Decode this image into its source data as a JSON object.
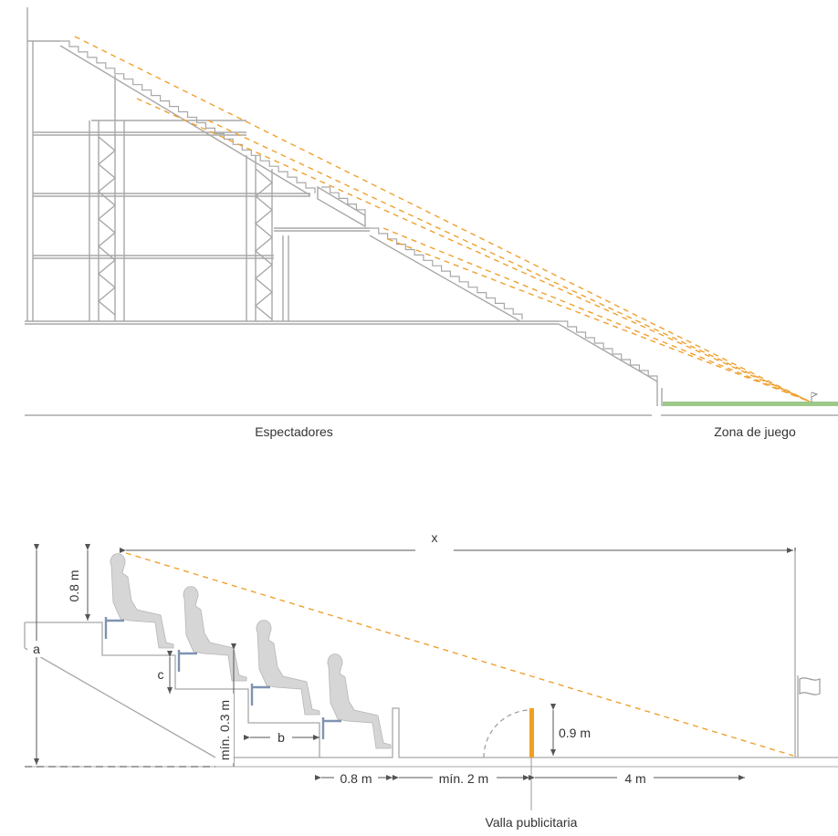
{
  "section_diagram": {
    "spectators_label": "Espectadores",
    "field_label": "Zona de juego"
  },
  "detail_diagram": {
    "x_label": "x",
    "a_label": "a",
    "b_label": "b",
    "c_label": "c",
    "eye_height_label": "0.8 m",
    "riser_label": "mín. 0.3 m",
    "gap_label": "0.8 m",
    "min_distance_label": "mín. 2 m",
    "board_distance_label": "4 m",
    "board_height_label": "0.9 m",
    "board_caption": "Valla publicitaria"
  },
  "colors": {
    "line": "#a8a8a8",
    "dim_line": "#555555",
    "sightline": "#f0a030",
    "pitch": "#9cc98a",
    "board": "#f0a020",
    "figure": "#d6d6d6",
    "seat": "#7f93b0"
  }
}
